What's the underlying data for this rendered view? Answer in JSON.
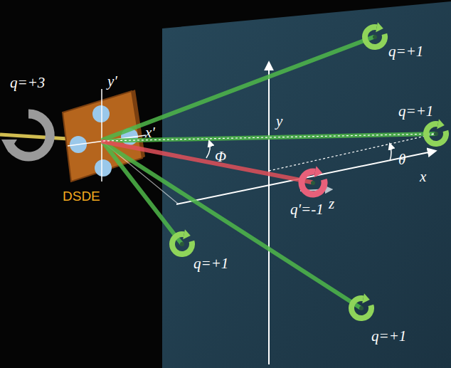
{
  "diagram": {
    "labels": [
      "q=+1",
      "y",
      "q=+1",
      "q=+3",
      "y'",
      "x'",
      "Φ",
      "θ",
      "x",
      "DSDE",
      "q'=-1",
      "z",
      "q=+1",
      "q=+1"
    ]
  }
}
